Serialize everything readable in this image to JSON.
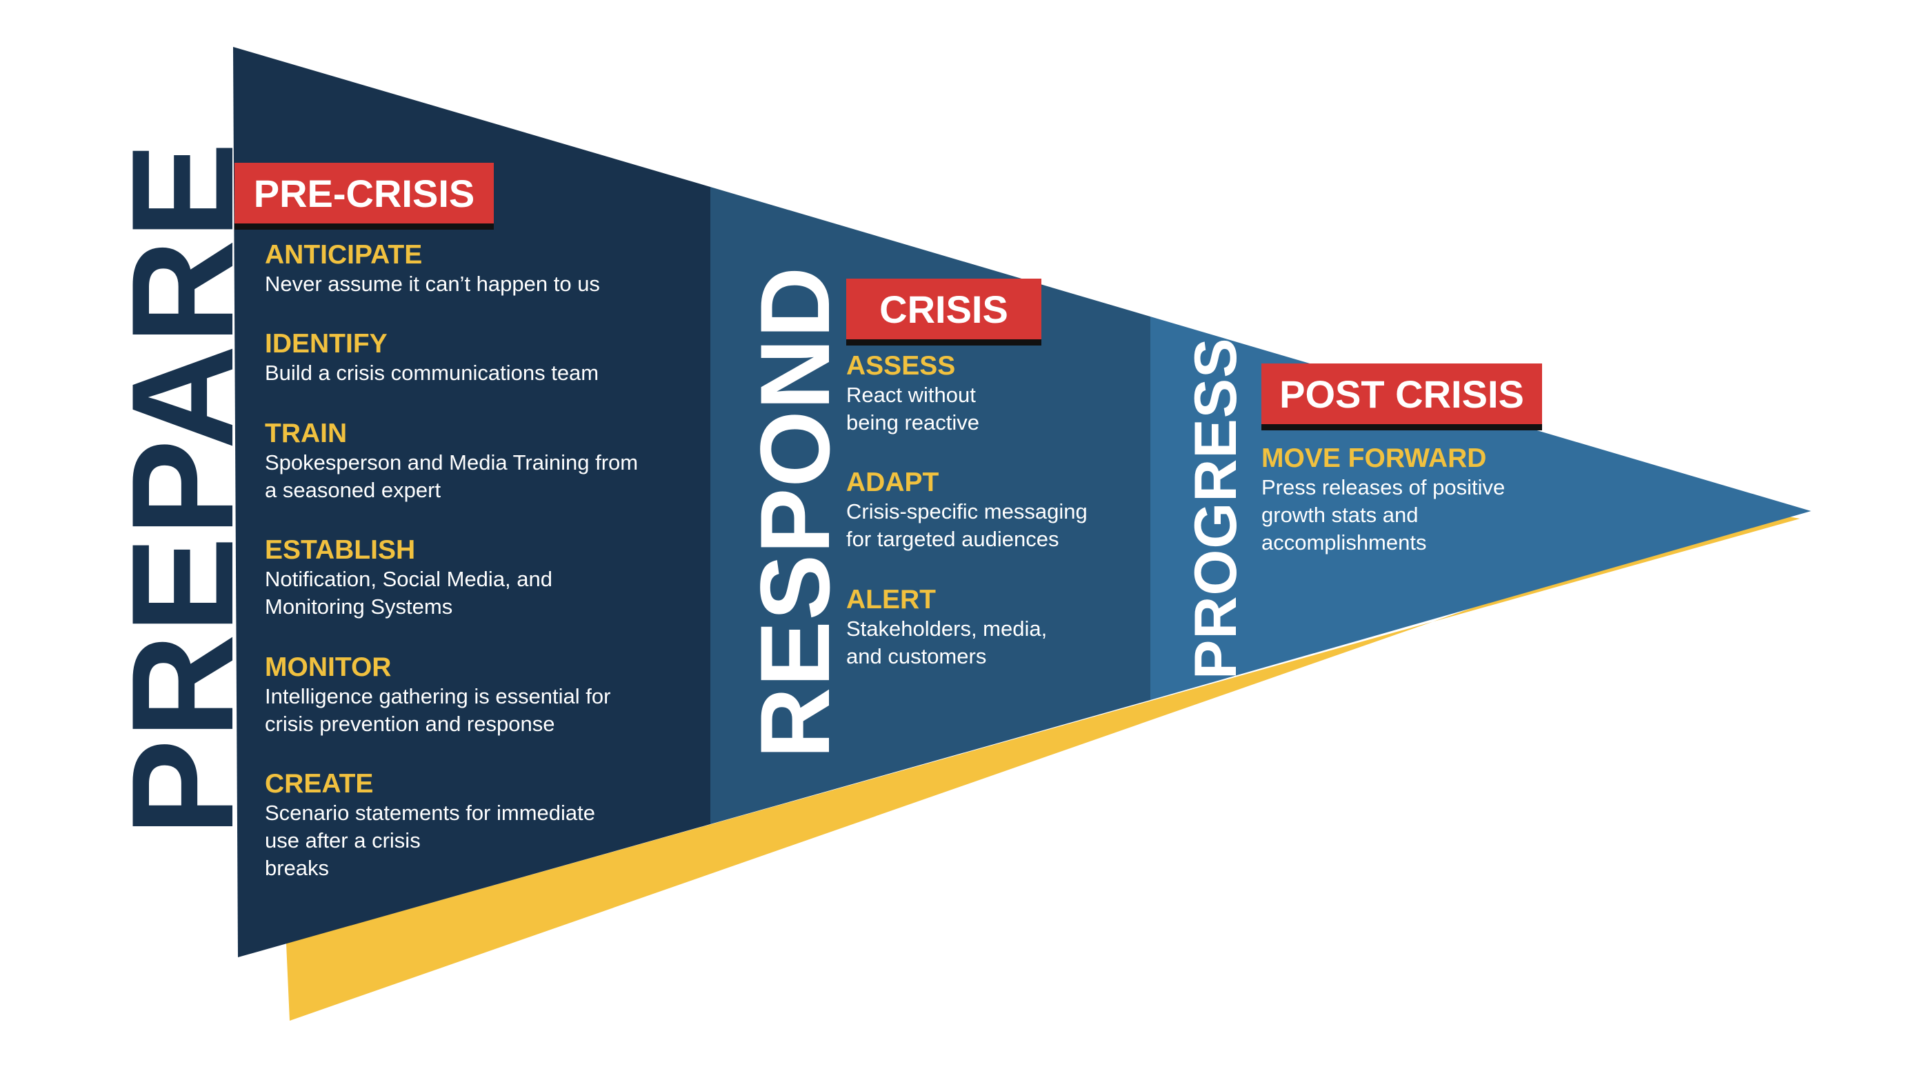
{
  "colors": {
    "prepare_panel": "#18324d",
    "respond_panel": "#275478",
    "progress_panel": "#326e9c",
    "accent_yellow": "#f5c23f",
    "tag_red": "#d63735",
    "heading_yellow": "#f1c13f"
  },
  "phases": {
    "prepare": {
      "label": "PREPARE"
    },
    "respond": {
      "label": "RESPOND"
    },
    "progress": {
      "label": "PROGRESS"
    }
  },
  "stages": {
    "pre_crisis": {
      "tag": "PRE-CRISIS",
      "items": [
        {
          "heading": "ANTICIPATE",
          "desc": "Never assume it can’t happen to us"
        },
        {
          "heading": "IDENTIFY",
          "desc": "Build a crisis communications team"
        },
        {
          "heading": "TRAIN",
          "desc": "Spokesperson and Media Training from\na seasoned expert"
        },
        {
          "heading": "ESTABLISH",
          "desc": "Notification, Social Media, and\nMonitoring Systems"
        },
        {
          "heading": "MONITOR",
          "desc": "Intelligence gathering is essential for\ncrisis prevention and response"
        },
        {
          "heading": "CREATE",
          "desc": "Scenario statements for immediate\nuse after a crisis\nbreaks"
        }
      ]
    },
    "crisis": {
      "tag": "CRISIS",
      "items": [
        {
          "heading": "ASSESS",
          "desc": "React without\nbeing reactive"
        },
        {
          "heading": "ADAPT",
          "desc": "Crisis-specific messaging\nfor targeted audiences"
        },
        {
          "heading": "ALERT",
          "desc": "Stakeholders, media,\nand customers"
        }
      ]
    },
    "post_crisis": {
      "tag": "POST CRISIS",
      "items": [
        {
          "heading": "MOVE FORWARD",
          "desc": "Press releases of positive\ngrowth stats and\naccomplishments"
        }
      ]
    }
  }
}
